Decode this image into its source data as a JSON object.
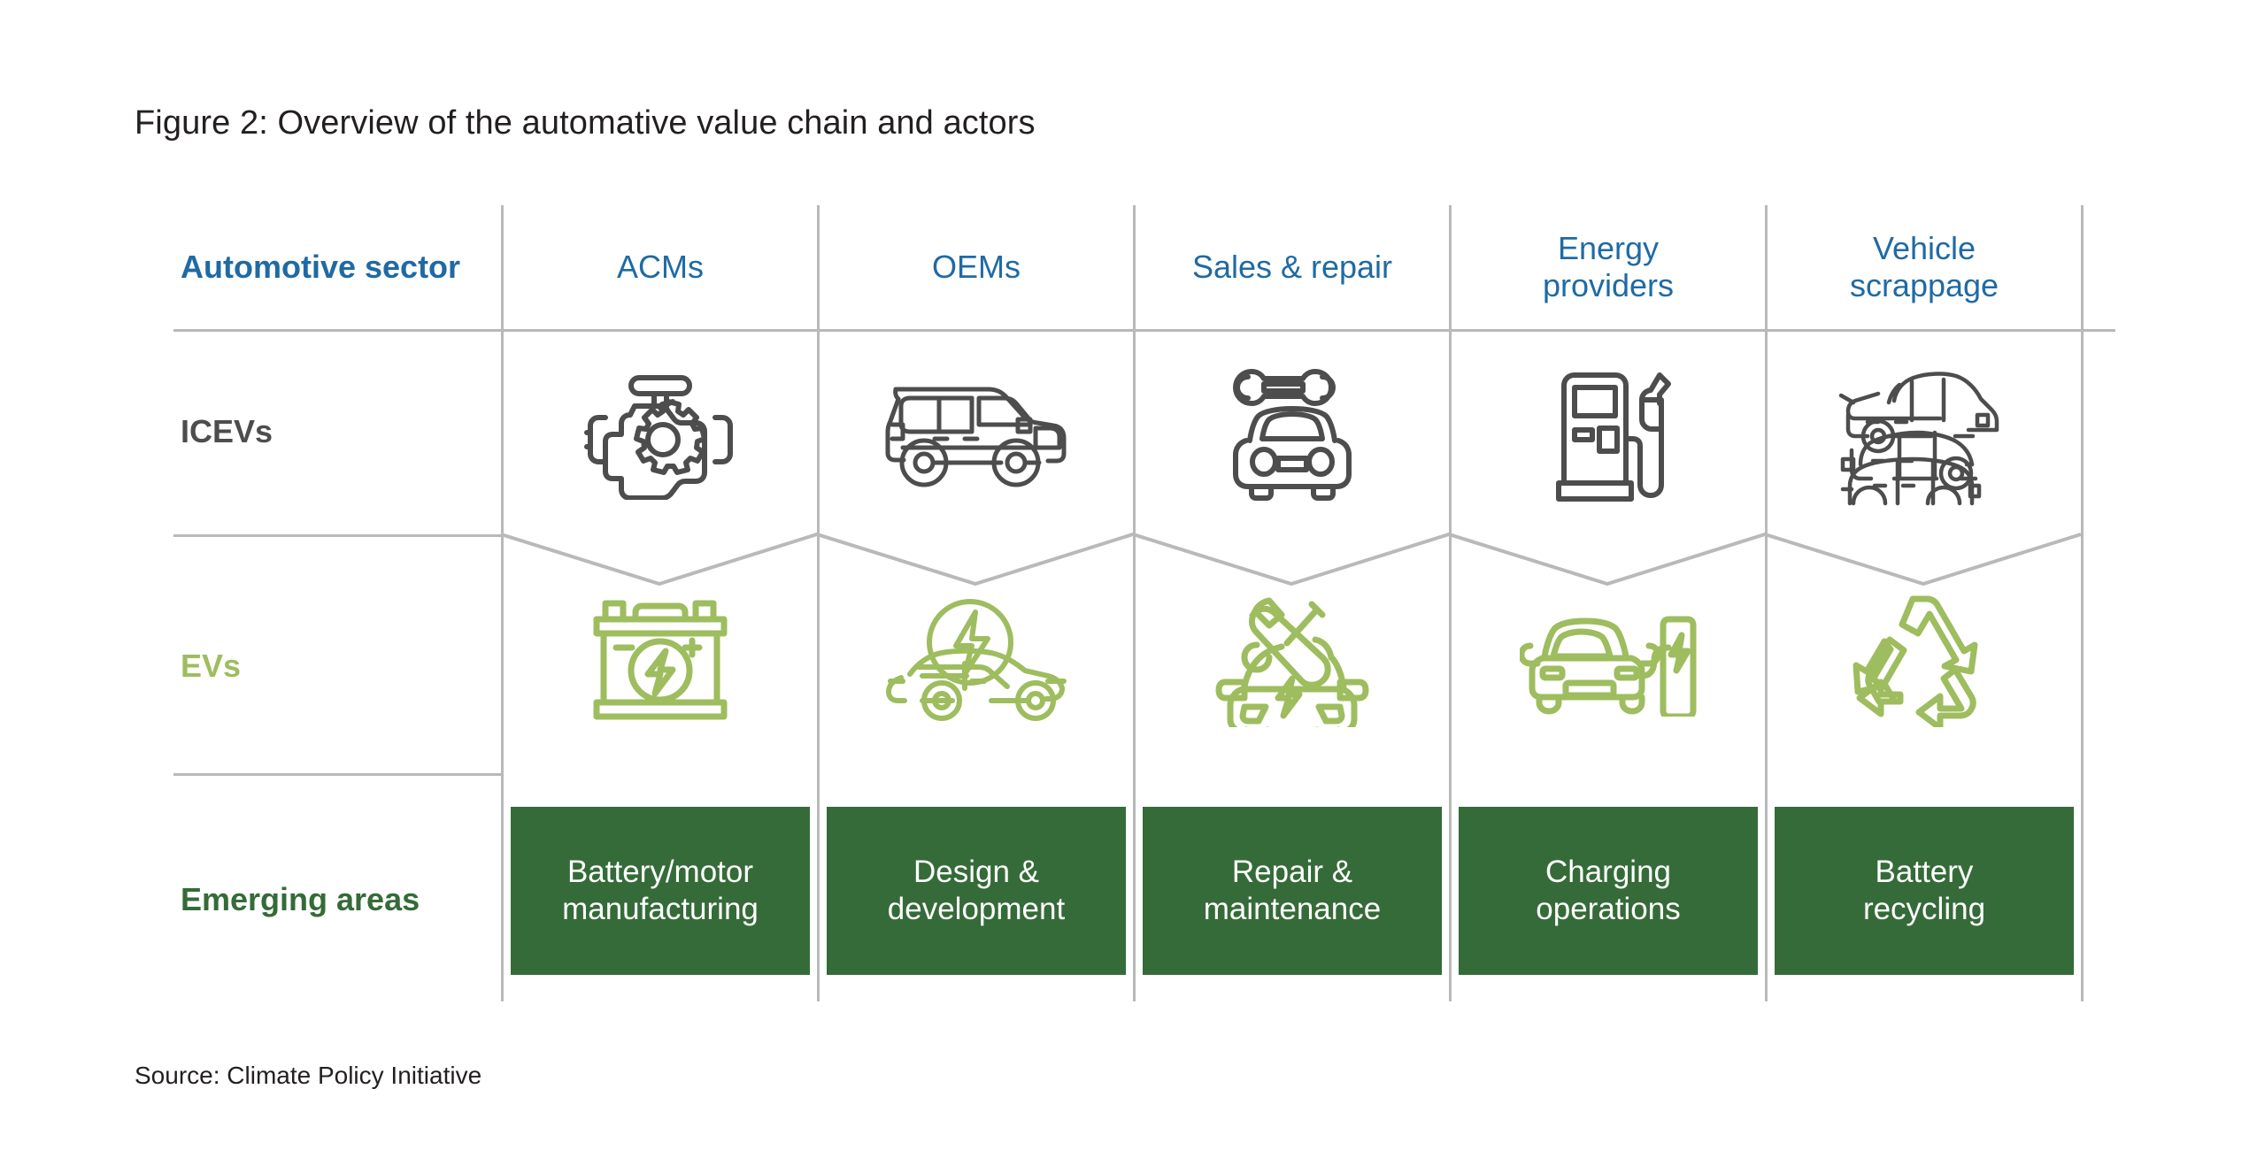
{
  "figure": {
    "title": "Figure 2: Overview of the automative value chain and actors",
    "source": "Source: Climate Policy Initiative"
  },
  "colors": {
    "header_blue": "#1f6aa5",
    "icev_gray": "#4d4d4d",
    "ev_green": "#9ebd5f",
    "emerging_dark_green": "#356b38",
    "rule_gray": "#b9b9b9",
    "text_black": "#231f20",
    "box_text": "#ffffff"
  },
  "table": {
    "headers": [
      {
        "label": "Automotive sector",
        "bold": true
      },
      {
        "label": "ACMs",
        "bold": false
      },
      {
        "label": "OEMs",
        "bold": false
      },
      {
        "label": "Sales & repair",
        "bold": false
      },
      {
        "label": "Energy\nproviders",
        "line1": "Energy",
        "line2": "providers",
        "bold": false
      },
      {
        "label": "Vehicle\nscrappage",
        "line1": "Vehicle",
        "line2": "scrappage",
        "bold": false
      }
    ],
    "rows": [
      {
        "label": "ICEVs",
        "icons": [
          {
            "name": "engine-icon",
            "column": "ACMs"
          },
          {
            "name": "suv-side-icon",
            "column": "OEMs"
          },
          {
            "name": "wrench-car-front-icon",
            "column": "Sales & repair"
          },
          {
            "name": "fuel-pump-icon",
            "column": "Energy providers"
          },
          {
            "name": "stacked-scrap-cars-icon",
            "column": "Vehicle scrappage"
          }
        ]
      },
      {
        "label": "EVs",
        "icons": [
          {
            "name": "ev-battery-icon",
            "column": "ACMs"
          },
          {
            "name": "ev-sedan-bolt-icon",
            "column": "OEMs"
          },
          {
            "name": "ev-repair-tools-icon",
            "column": "Sales & repair"
          },
          {
            "name": "ev-charging-station-icon",
            "column": "Energy providers"
          },
          {
            "name": "recycling-icon",
            "column": "Vehicle scrappage"
          }
        ]
      },
      {
        "label": "Emerging areas",
        "boxes": [
          {
            "line1": "Battery/motor",
            "line2": "manufacturing",
            "column": "ACMs"
          },
          {
            "line1": "Design &",
            "line2": "development",
            "column": "OEMs"
          },
          {
            "line1": "Repair &",
            "line2": "maintenance",
            "column": "Sales & repair"
          },
          {
            "line1": "Charging",
            "line2": "operations",
            "column": "Energy providers"
          },
          {
            "line1": "Battery",
            "line2": "recycling",
            "column": "Vehicle scrappage"
          }
        ]
      }
    ]
  }
}
